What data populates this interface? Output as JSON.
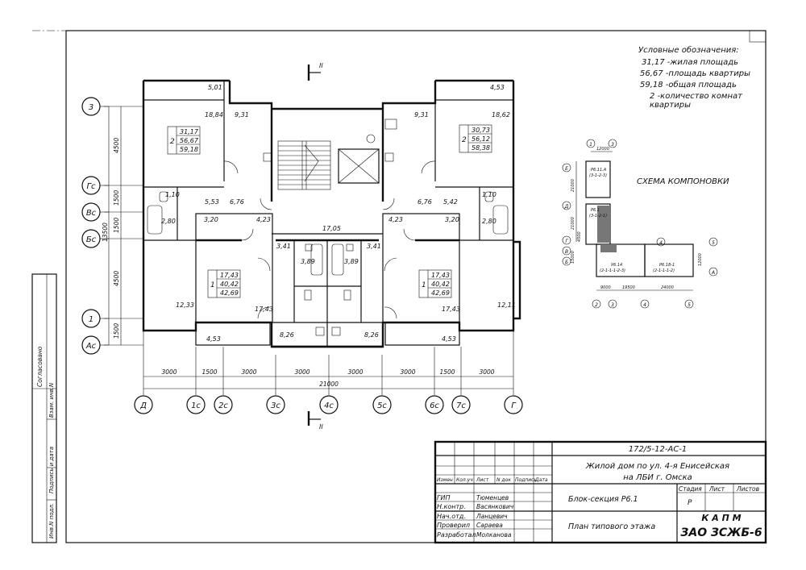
{
  "legend": {
    "title": "Условные обозначения:",
    "rows": [
      "31,17 -жилая площадь",
      "56,67 -площадь квартиры",
      "59,18 -общая площадь",
      "2 -количество комнат",
      "квартиры"
    ]
  },
  "section_marks": [
    "II",
    "II"
  ],
  "axis_labels": {
    "left": [
      "3",
      "Гс",
      "Вс",
      "Бс",
      "1",
      "Ас"
    ],
    "bottom": [
      "Д",
      "1с",
      "2с",
      "3с",
      "4с",
      "5с",
      "6с",
      "7с",
      "Г"
    ]
  },
  "dimensions": {
    "left": [
      "4500",
      "1500",
      "1500",
      "4500",
      "1500"
    ],
    "left_total": "13500",
    "bottom": [
      "3000",
      "1500",
      "3000",
      "3000",
      "3000",
      "3000",
      "1500",
      "3000"
    ],
    "bottom_total": "21000"
  },
  "rooms": {
    "balcony_tl": "5,01",
    "balcony_tr": "4,53",
    "room_tl": "18,84",
    "kitchen_tl": "9,31",
    "kitchen_tr": "9,31",
    "room_tr": "18,62",
    "bath_l": "1,10",
    "bath_r": "1,10",
    "wc_l": "2,80",
    "wc_r": "2,80",
    "hall_l": "5,53",
    "hall_l2": "6,76",
    "hall_r": "6,76",
    "hall_r2": "5,42",
    "corr_l": "3,20",
    "corr_r": "3,20",
    "lobby_l": "4,23",
    "lobby_r": "4,23",
    "stair_hall": "17,05",
    "lb_l": "3,41",
    "lb_r": "3,41",
    "wc_c1": "3,89",
    "wc_c2": "3,89",
    "room_bl": "12,33",
    "room_bl2": "17,43",
    "room_br": "17,43",
    "room_br2": "12,11",
    "balc_bl": "4,53",
    "balc_br": "4,53",
    "kitch_bl": "8,26",
    "kitch_br": "8,26"
  },
  "apartments": [
    {
      "rooms": "2",
      "living": "31,17",
      "area": "56,67",
      "total": "59,18"
    },
    {
      "rooms": "2",
      "living": "30,73",
      "area": "56,12",
      "total": "58,38"
    },
    {
      "rooms": "1",
      "living": "17,43",
      "area": "40,42",
      "total": "42,69"
    },
    {
      "rooms": "1",
      "living": "17,43",
      "area": "40,42",
      "total": "42,69"
    }
  ],
  "scheme": {
    "title": "СХЕМА КОМПОНОВКИ",
    "blocks": [
      "Р6.11.А",
      "(3-1-2-3)",
      "Р6.1",
      "(3-1-2-1)",
      "У6.14",
      "(2-1-1-1-2-3)",
      "Р6.18-1",
      "(2-1-1-1-2)"
    ],
    "axes": [
      "1",
      "3",
      "Е",
      "Д",
      "Г",
      "В",
      "Б",
      "А",
      "2",
      "3",
      "4",
      "5",
      "4",
      "5"
    ],
    "dims": [
      "12000",
      "21000",
      "21000",
      "4500",
      "15000",
      "12000",
      "9000",
      "19500",
      "24000"
    ]
  },
  "side_stamp": [
    "Согласовано",
    "Взам. инв.N",
    "Подпись и дата",
    "Инв.N подл."
  ],
  "title_block": {
    "code": "172/5-12-АС-1",
    "project": [
      "Жилой дом по ул. 4-я Енисейская",
      "на ЛБИ г. Омска"
    ],
    "section": "Блок-секция Р6.1",
    "sheet_title": "План типового этажа",
    "headers": [
      "Измен",
      "Кол.уч",
      "Лист",
      "N док",
      "Подпись",
      "Дата"
    ],
    "stage_headers": [
      "Стадия",
      "Лист",
      "Листов"
    ],
    "stage": "Р",
    "staff": [
      {
        "role": "ГИП",
        "name": "Тюменцев"
      },
      {
        "role": "Н.контр.",
        "name": "Васянкович"
      },
      {
        "role": "Нач.отд.",
        "name": "Ланцевич"
      },
      {
        "role": "Проверил",
        "name": "Сараева"
      },
      {
        "role": "Разработал",
        "name": "Молканова"
      }
    ],
    "org": [
      "К А П М",
      "ЗАО ЗСЖБ-6"
    ]
  }
}
